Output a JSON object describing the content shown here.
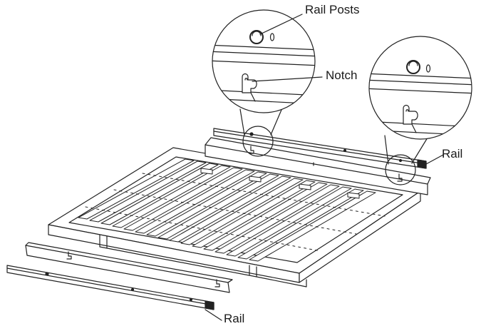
{
  "labels": {
    "rail_posts": "Rail Posts",
    "notch": "Notch",
    "rail_right": "Rail",
    "rail_bottom": "Rail"
  },
  "colors": {
    "line": "#222222",
    "fill": "#ffffff",
    "shade": "#e6e6e6"
  }
}
